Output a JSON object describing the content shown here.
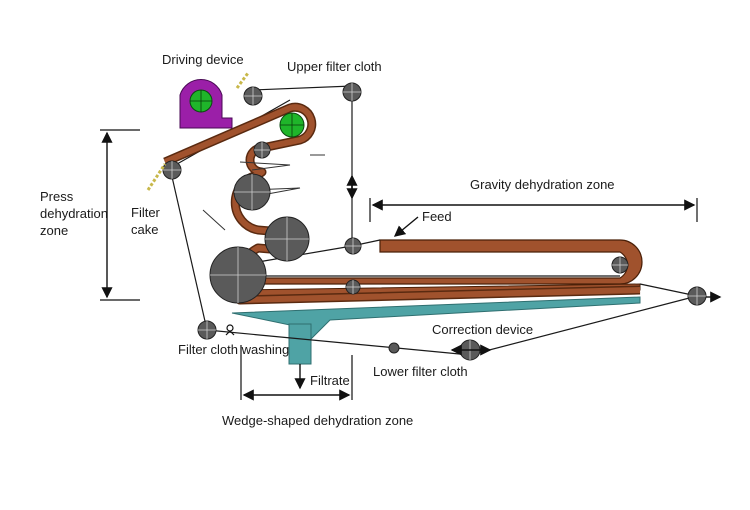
{
  "labels": {
    "driving_device": "Driving device",
    "upper_filter_cloth": "Upper filter cloth",
    "gravity_zone": "Gravity dehydration zone",
    "feed": "Feed",
    "press_zone_1": "Press",
    "press_zone_2": "dehydration",
    "press_zone_3": "zone",
    "filter_cake_1": "Filter",
    "filter_cake_2": "cake",
    "correction_device": "Correction device",
    "filter_cloth_washing": "Filter cloth washing",
    "lower_filter_cloth": "Lower filter cloth",
    "filtrate": "Filtrate",
    "wedge_zone": "Wedge-shaped dehydration zone"
  },
  "colors": {
    "sludge": "#a0522d",
    "sludge_dark": "#5a2a10",
    "tray": "#4fa3a5",
    "driver": "#9b1fa8",
    "driver_roller": "#1fb52a",
    "roller": "#5a5a5a",
    "guide": "#c8b84a"
  },
  "icons": {
    "driver": "driving-motor-icon",
    "washer": "spray-nozzle-icon"
  }
}
